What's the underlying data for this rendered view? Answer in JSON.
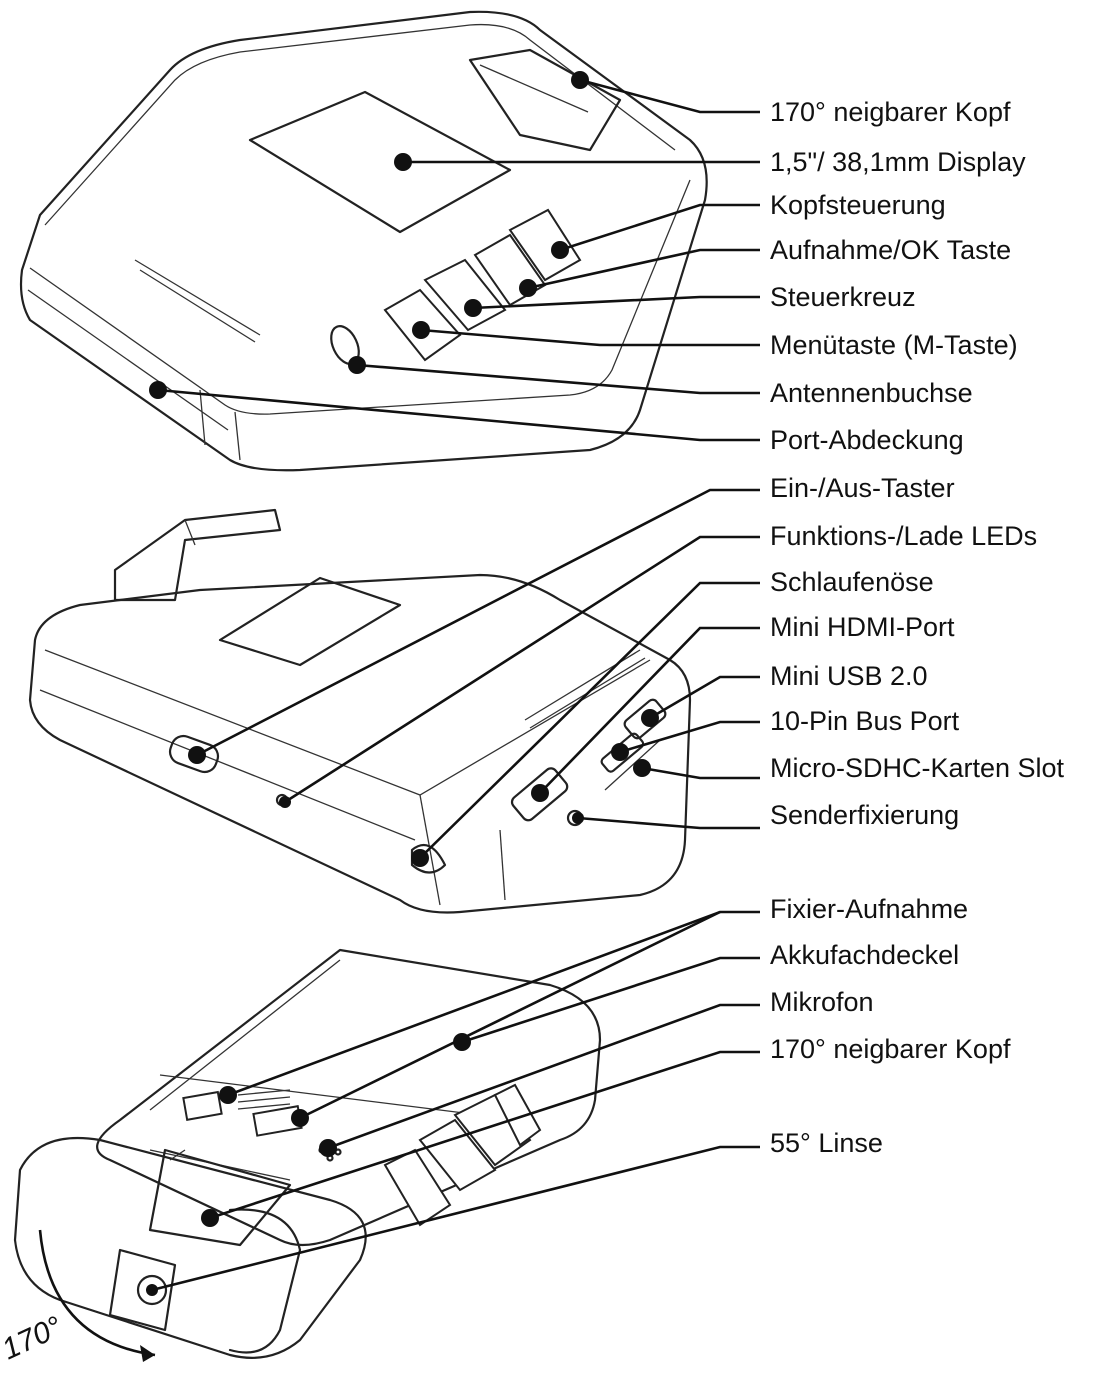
{
  "labels": {
    "top": [
      "170° neigbarer Kopf",
      "1,5\"/ 38,1mm Display",
      "Kopfsteuerung",
      "Aufnahme/OK Taste",
      "Steuerkreuz",
      "Menütaste (M-Taste)",
      "Antennenbuchse",
      "Port-Abdeckung"
    ],
    "middle": [
      "Ein-/Aus-Taster",
      "Funktions-/Lade LEDs",
      "Schlaufenöse",
      "Mini HDMI-Port",
      "Mini USB 2.0",
      "10-Pin Bus Port",
      "Micro-SDHC-Karten Slot",
      "Senderfixierung"
    ],
    "bottom": [
      "Fixier-Aufnahme",
      "Akkufachdeckel",
      "Mikrofon",
      "170° neigbarer Kopf",
      "55° Linse"
    ]
  },
  "rotation_label": "170°",
  "colors": {
    "ink": "#111111",
    "background": "#ffffff"
  }
}
